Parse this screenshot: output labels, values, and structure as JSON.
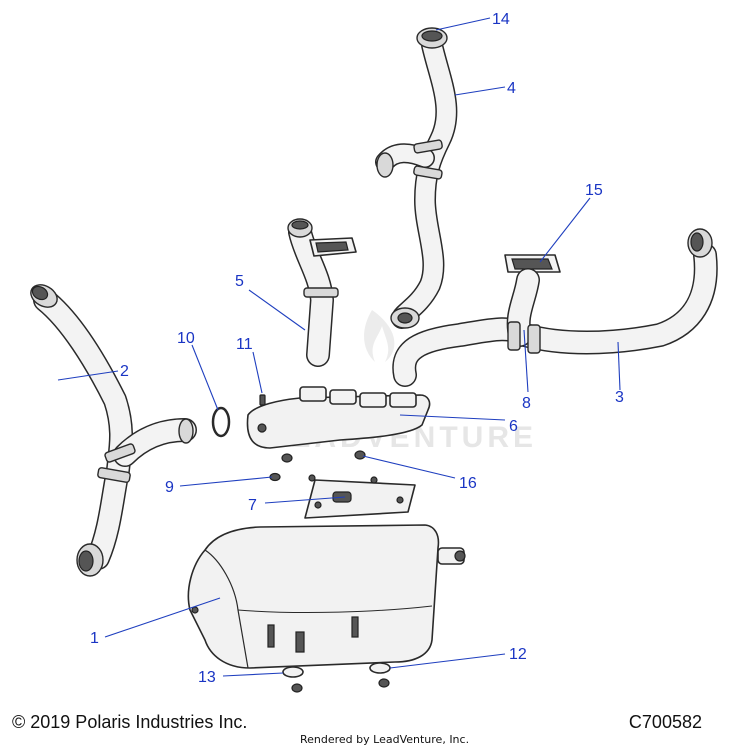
{
  "callouts": [
    {
      "id": "1",
      "label": "1"
    },
    {
      "id": "2",
      "label": "2"
    },
    {
      "id": "3",
      "label": "3"
    },
    {
      "id": "4",
      "label": "4"
    },
    {
      "id": "5",
      "label": "5"
    },
    {
      "id": "6",
      "label": "6"
    },
    {
      "id": "7",
      "label": "7"
    },
    {
      "id": "8",
      "label": "8"
    },
    {
      "id": "9",
      "label": "9"
    },
    {
      "id": "10",
      "label": "10"
    },
    {
      "id": "11",
      "label": "11"
    },
    {
      "id": "12",
      "label": "12"
    },
    {
      "id": "13",
      "label": "13"
    },
    {
      "id": "14",
      "label": "14"
    },
    {
      "id": "15",
      "label": "15"
    },
    {
      "id": "16",
      "label": "16"
    }
  ],
  "watermark": "LEADVENTURE",
  "footer": {
    "copyright": "© 2019 Polaris Industries Inc.",
    "code": "C700582",
    "rendered_by": "Rendered by LeadVenture, Inc."
  },
  "colors": {
    "callout": "#1a35c4",
    "part_fill": "#f2f2f2",
    "outline": "#2a2a2a"
  }
}
